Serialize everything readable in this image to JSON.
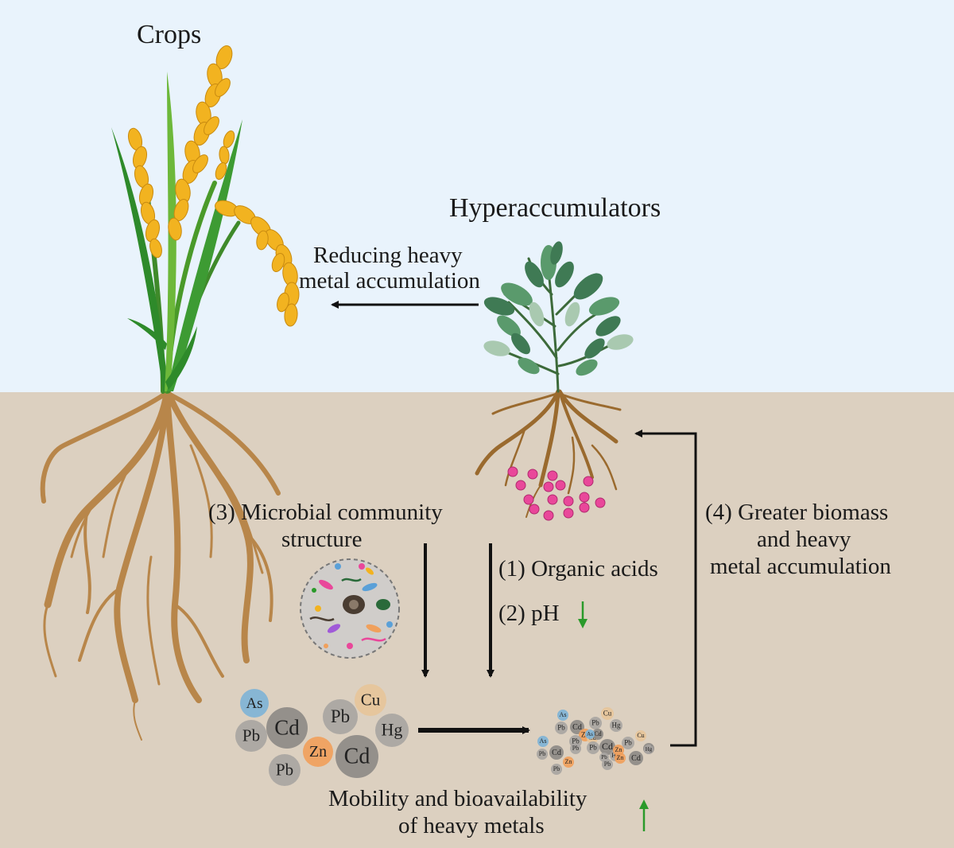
{
  "labels": {
    "crops": "Crops",
    "hyperaccumulators": "Hyperaccumulators",
    "reducing_line1": "Reducing heavy",
    "reducing_line2": "metal accumulation",
    "microbial_line1": "(3) Microbial community",
    "microbial_line2": "structure",
    "organic_acids": "(1) Organic acids",
    "ph": "(2) pH",
    "biomass_line1": "(4) Greater biomass",
    "biomass_line2": "and heavy",
    "biomass_line3": "metal accumulation",
    "mobility_line1": "Mobility and bioavailability",
    "mobility_line2": "of heavy metals"
  },
  "large_metals": [
    "As",
    "Pb",
    "Cd",
    "Cu",
    "Pb",
    "Hg",
    "Zn",
    "Cd",
    "Pb"
  ],
  "small_metals": [
    "As",
    "Pb",
    "Cu",
    "Pb",
    "Cd",
    "Zn",
    "As",
    "Cu",
    "Cd",
    "Hg",
    "Pb",
    "Cu",
    "As",
    "Pb",
    "Cd",
    "Pb",
    "Pb",
    "Hg",
    "Cd",
    "Pb",
    "Zn",
    "Hg",
    "Pb",
    "Zn",
    "Cd",
    "Pb",
    "Zn",
    "Cd",
    "Pb"
  ],
  "colors": {
    "sky": "#e9f3fc",
    "soil": "#dcd0c0",
    "root": "#b8864a",
    "crop_leaf": "#4a9a2a",
    "grain": "#f2b320",
    "hyper_leaf": "#3f7a54",
    "exudate": "#e9479a",
    "metal_as": "#7fb3d6",
    "metal_gray": "#a8a5a2",
    "metal_dark": "#8d8a87",
    "metal_cu": "#e6c49a",
    "metal_zn": "#f0a05c",
    "up_down_arrow": "#2a9a2a"
  }
}
